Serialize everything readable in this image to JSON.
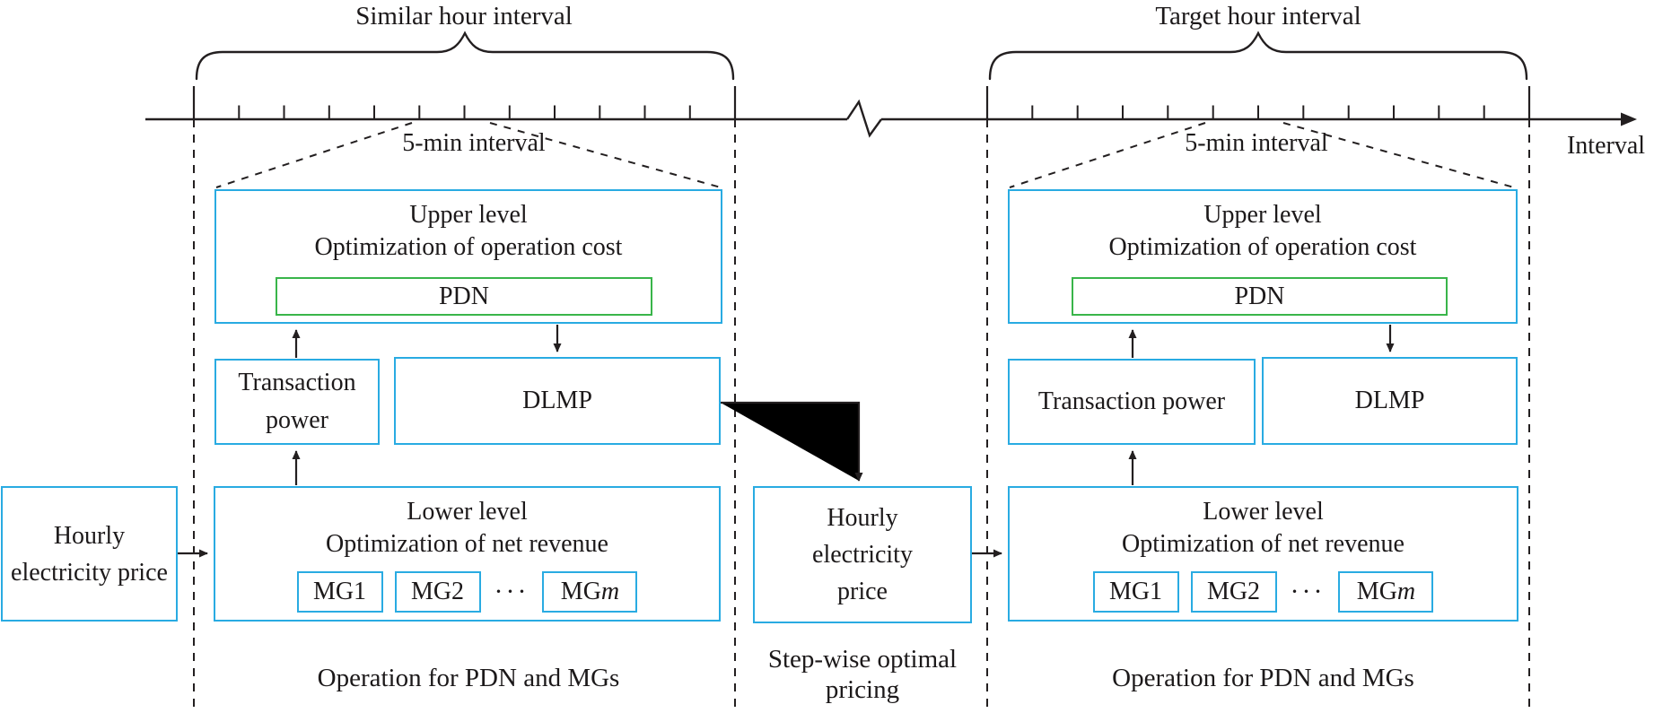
{
  "colors": {
    "box_border": "#29abe2",
    "pdn_border": "#39b54a",
    "line": "#231f20"
  },
  "timeline": {
    "similar_label": "Similar hour interval",
    "target_label": "Target hour interval",
    "axis_label": "Interval"
  },
  "blocks": {
    "left": {
      "five_min": "5-min interval",
      "upper_title": "Upper level",
      "upper_subtitle": "Optimization of operation cost",
      "pdn": "PDN",
      "transaction": "Transaction power",
      "dlmp": "DLMP",
      "lower_title": "Lower level",
      "lower_subtitle": "Optimization of net revenue",
      "mg1": "MG1",
      "mg2": "MG2",
      "dots": "···",
      "mg_prefix": "MG",
      "mg_suffix": "m",
      "caption": "Operation for PDN and MGs"
    },
    "right": {
      "five_min": "5-min interval",
      "upper_title": "Upper level",
      "upper_subtitle": "Optimization of operation cost",
      "pdn": "PDN",
      "transaction": "Transaction power",
      "dlmp": "DLMP",
      "lower_title": "Lower level",
      "lower_subtitle": "Optimization of net revenue",
      "mg1": "MG1",
      "mg2": "MG2",
      "dots": "···",
      "mg_prefix": "MG",
      "mg_suffix": "m",
      "caption": "Operation for PDN and MGs"
    }
  },
  "inputs": {
    "hourly_left": "Hourly electricity price",
    "hourly_middle": "Hourly electricity price",
    "middle_caption": "Step-wise optimal pricing"
  }
}
